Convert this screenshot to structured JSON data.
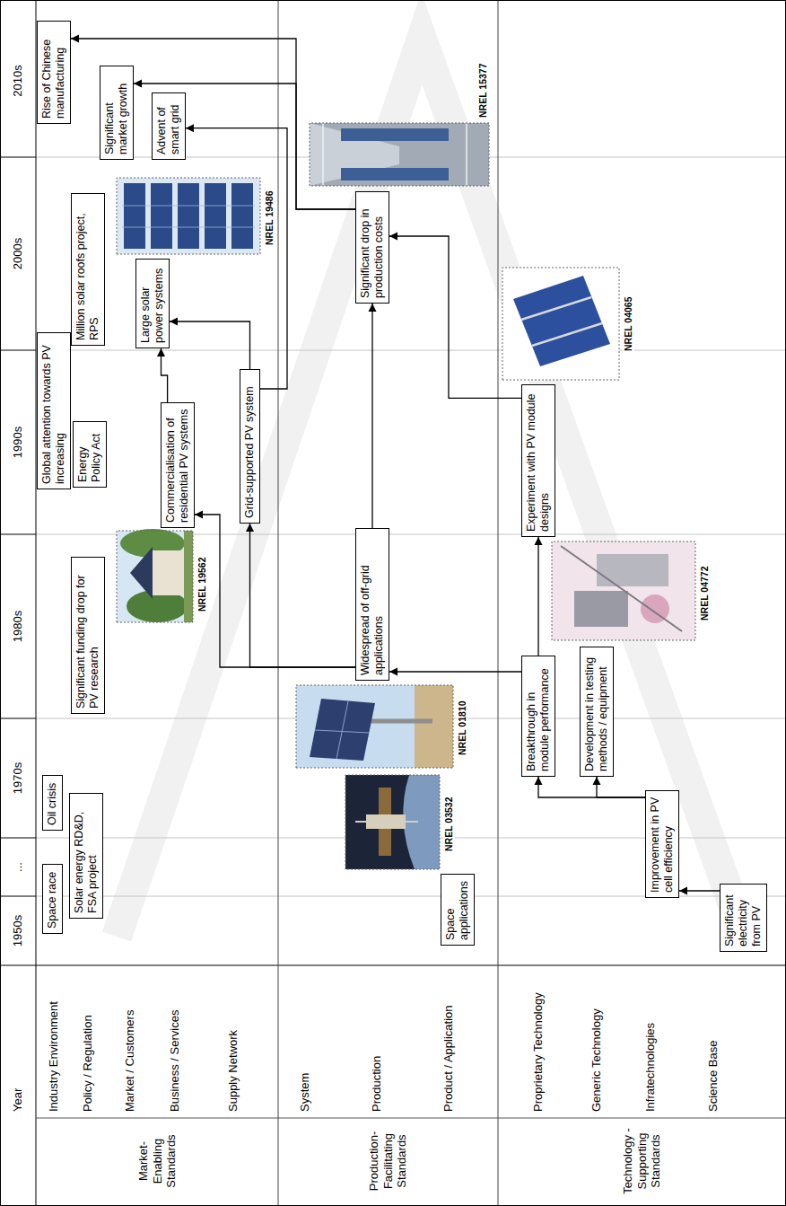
{
  "diagram": {
    "nodes": [
      {
        "text": [
          "Space race"
        ]
      },
      {
        "text": [
          "Oil crisis"
        ]
      },
      {
        "text": [
          "Global attention towards PV increasing"
        ]
      },
      {
        "text": [
          "Rise of Chinese manufacturing"
        ]
      },
      {
        "text": [
          "Solar energy RD&D, FSA project"
        ]
      },
      {
        "text": [
          "Significant funding drop for PV research"
        ]
      },
      {
        "text": [
          "Energy Policy Act"
        ]
      },
      {
        "text": [
          "Million solar roofs project, RPS"
        ]
      },
      {
        "text": [
          "Significant market growth"
        ]
      },
      {
        "text": [
          "Advent of smart grid"
        ]
      },
      {
        "text": [
          "Commercialisation of residential PV systems"
        ]
      },
      {
        "text": [
          "Large solar power systems"
        ]
      },
      {
        "text": [
          "Grid-supported PV system"
        ]
      },
      {
        "text": [
          "Widespread of off-grid applications"
        ]
      },
      {
        "text": [
          "Significant drop in production costs"
        ]
      },
      {
        "text": [
          "Space applications"
        ]
      },
      {
        "text": [
          "Breakthrough in module performance"
        ]
      },
      {
        "text": [
          "Experiment with PV module designs"
        ]
      },
      {
        "text": [
          "Development in testing methods / equipment"
        ]
      },
      {
        "text": [
          "Improvement in PV cell efficiency"
        ]
      },
      {
        "text": [
          "Significant electricity from PV"
        ]
      }
    ],
    "edges": [
      {
        "from": 20,
        "to": 19,
        "arrow": "to"
      },
      {
        "from": 19,
        "to": 16,
        "arrow": "to"
      },
      {
        "from": 19,
        "to": 18,
        "arrow": "to"
      },
      {
        "from": 16,
        "to": 13,
        "arrow": "to"
      },
      {
        "from": 16,
        "to": 17,
        "arrow": "to"
      },
      {
        "from": 13,
        "to": 10,
        "arrow": "to"
      },
      {
        "from": 13,
        "to": 12,
        "arrow": "to"
      },
      {
        "from": 13,
        "to": 14,
        "arrow": "to"
      },
      {
        "from": 17,
        "to": 14,
        "arrow": "to"
      },
      {
        "from": 10,
        "to": 11,
        "arrow": "to"
      },
      {
        "from": 12,
        "to": 11,
        "arrow": "to"
      },
      {
        "from": 12,
        "to": 9,
        "arrow": "to"
      },
      {
        "from": 14,
        "to": 8,
        "arrow": "to"
      },
      {
        "from": 14,
        "to": 3,
        "arrow": "to"
      }
    ],
    "labels": [
      "Year",
      "1950s",
      "...",
      "1970s",
      "1980s",
      "1990s",
      "2000s",
      "2010s",
      "Industry Environment",
      "Policy / Regulation",
      "Market / Customers",
      "Business / Services",
      "Supply Network",
      "System",
      "Production",
      "Product / Application",
      "Proprietary Technology",
      "Generic Technology",
      "Infratechnologies",
      "Science Base",
      "Market- Enabling Standards",
      "Production- Facilitating Standards",
      "Technology -Supporting Standards",
      "NREL 03532",
      "NREL 01810",
      "NREL 19562",
      "NREL 19486",
      "NREL 15377",
      "NREL 04065",
      "NREL 04772"
    ]
  }
}
